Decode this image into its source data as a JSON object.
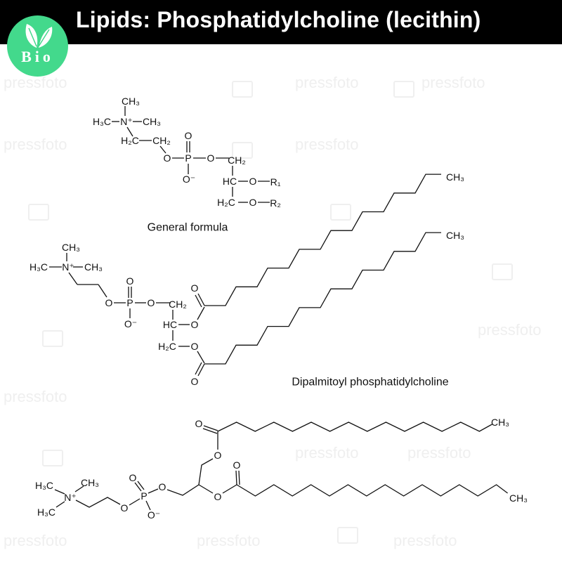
{
  "header": {
    "title": "Lipids: Phosphatidylcholine (lecithin)"
  },
  "logo": {
    "text": "Bio",
    "color": "#43d98c"
  },
  "watermark": "pressfoto",
  "structures": [
    {
      "caption": "General formula",
      "atoms": [
        "CH₃",
        "H₃C",
        "N⁺",
        "CH₃",
        "H₂C",
        "CH₂",
        "O",
        "P",
        "O",
        "O⁻",
        "O",
        "CH₂",
        "HC",
        "O",
        "R₁",
        "H₂C",
        "O",
        "R₂"
      ]
    },
    {
      "caption": "Dipalmitoyl phosphatidylcholine",
      "atoms": [
        "CH₃",
        "H₃C",
        "N⁺",
        "CH₃",
        "O",
        "P",
        "O",
        "O⁻",
        "O",
        "CH₂",
        "HC",
        "O",
        "H₂C",
        "O",
        "O",
        "O",
        "CH₃",
        "CH₃"
      ]
    },
    {
      "atoms": [
        "CH₃",
        "H₃C",
        "N⁺",
        "H₃C",
        "O",
        "P",
        "O",
        "O⁻",
        "O",
        "O",
        "O",
        "O",
        "O",
        "CH₃",
        "CH₃"
      ]
    }
  ]
}
